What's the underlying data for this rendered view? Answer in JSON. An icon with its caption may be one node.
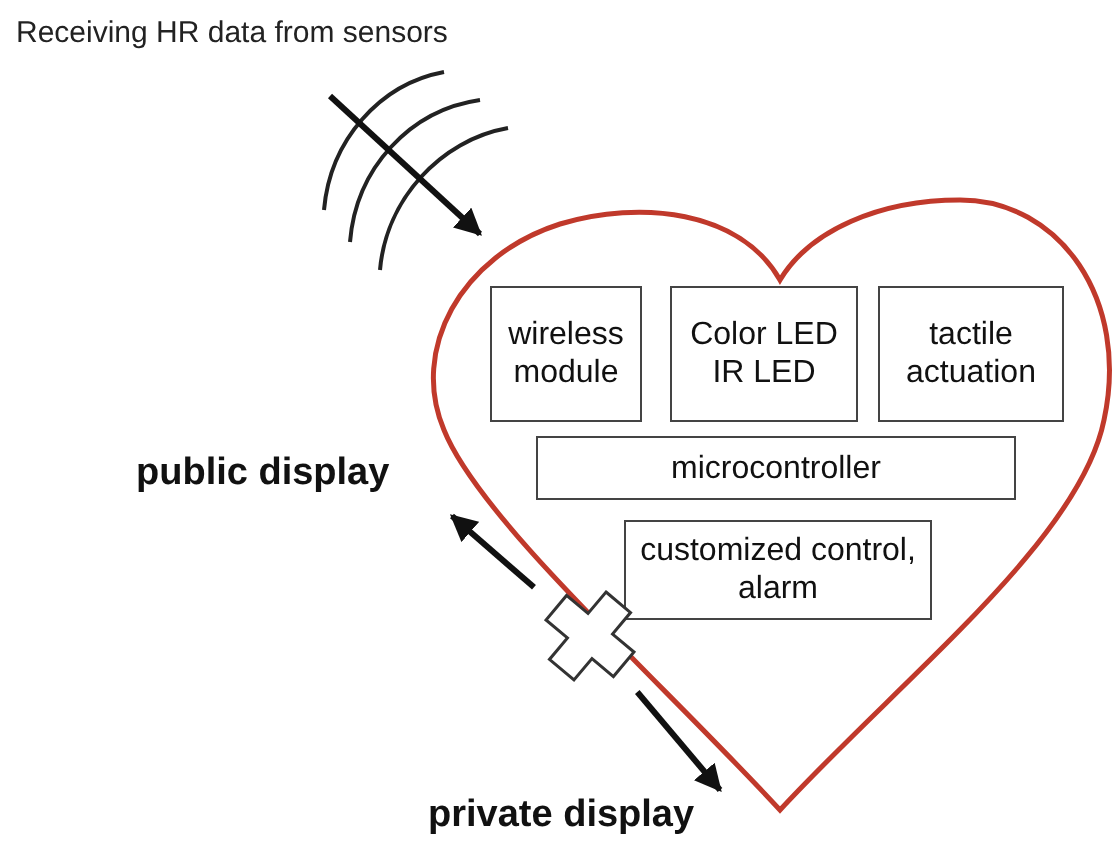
{
  "diagram": {
    "nodes": [
      {
        "text": [],
        "shape": "heart"
      },
      {
        "text": [
          "wireless module"
        ],
        "in": 0
      },
      {
        "text": [
          "Color LED IR LED"
        ],
        "in": 0
      },
      {
        "text": [
          "tactile actuation"
        ],
        "in": 0
      },
      {
        "text": [
          "microcontroller"
        ],
        "in": 0
      },
      {
        "text": [
          "customized control, alarm"
        ],
        "in": 0
      },
      {
        "text": [
          "public display"
        ]
      },
      {
        "text": [
          "private display"
        ]
      },
      {
        "text": [],
        "shape": "cross"
      }
    ],
    "edges": [
      {
        "from": null,
        "to": 0,
        "arrow": "to"
      },
      {
        "from": 8,
        "to": 6,
        "arrow": "to"
      },
      {
        "from": 8,
        "to": 7,
        "arrow": "to"
      }
    ],
    "labels": [
      "Receiving HR data from sensors"
    ]
  }
}
